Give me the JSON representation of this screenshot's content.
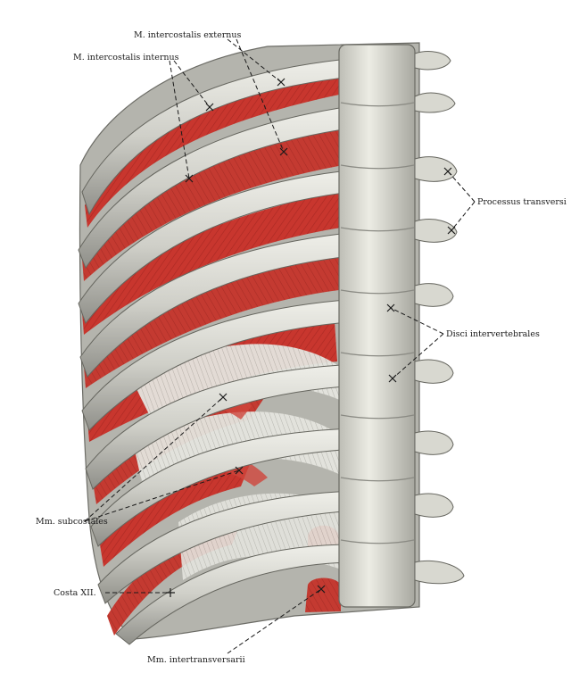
{
  "figure": {
    "labels": {
      "intercostalis_externus": "M. intercostalis externus",
      "intercostalis_internus": "M. intercostalis internus",
      "processus_transversi": "Processus transversi",
      "disci_intervertebrales": "Disci intervertebrales",
      "subcostales": "Mm. subcostales",
      "costa_xii": "Costa XII.",
      "intertransversarii": "Mm. intertransversarii"
    },
    "colors": {
      "muscle": "#c8362e",
      "muscle_dark": "#8e1c18",
      "bone": "#dcdcd4",
      "bone_shadow": "#9b9b95",
      "tendon": "#e6e6e0",
      "background": "#ffffff",
      "line": "#1a1a1a"
    }
  }
}
